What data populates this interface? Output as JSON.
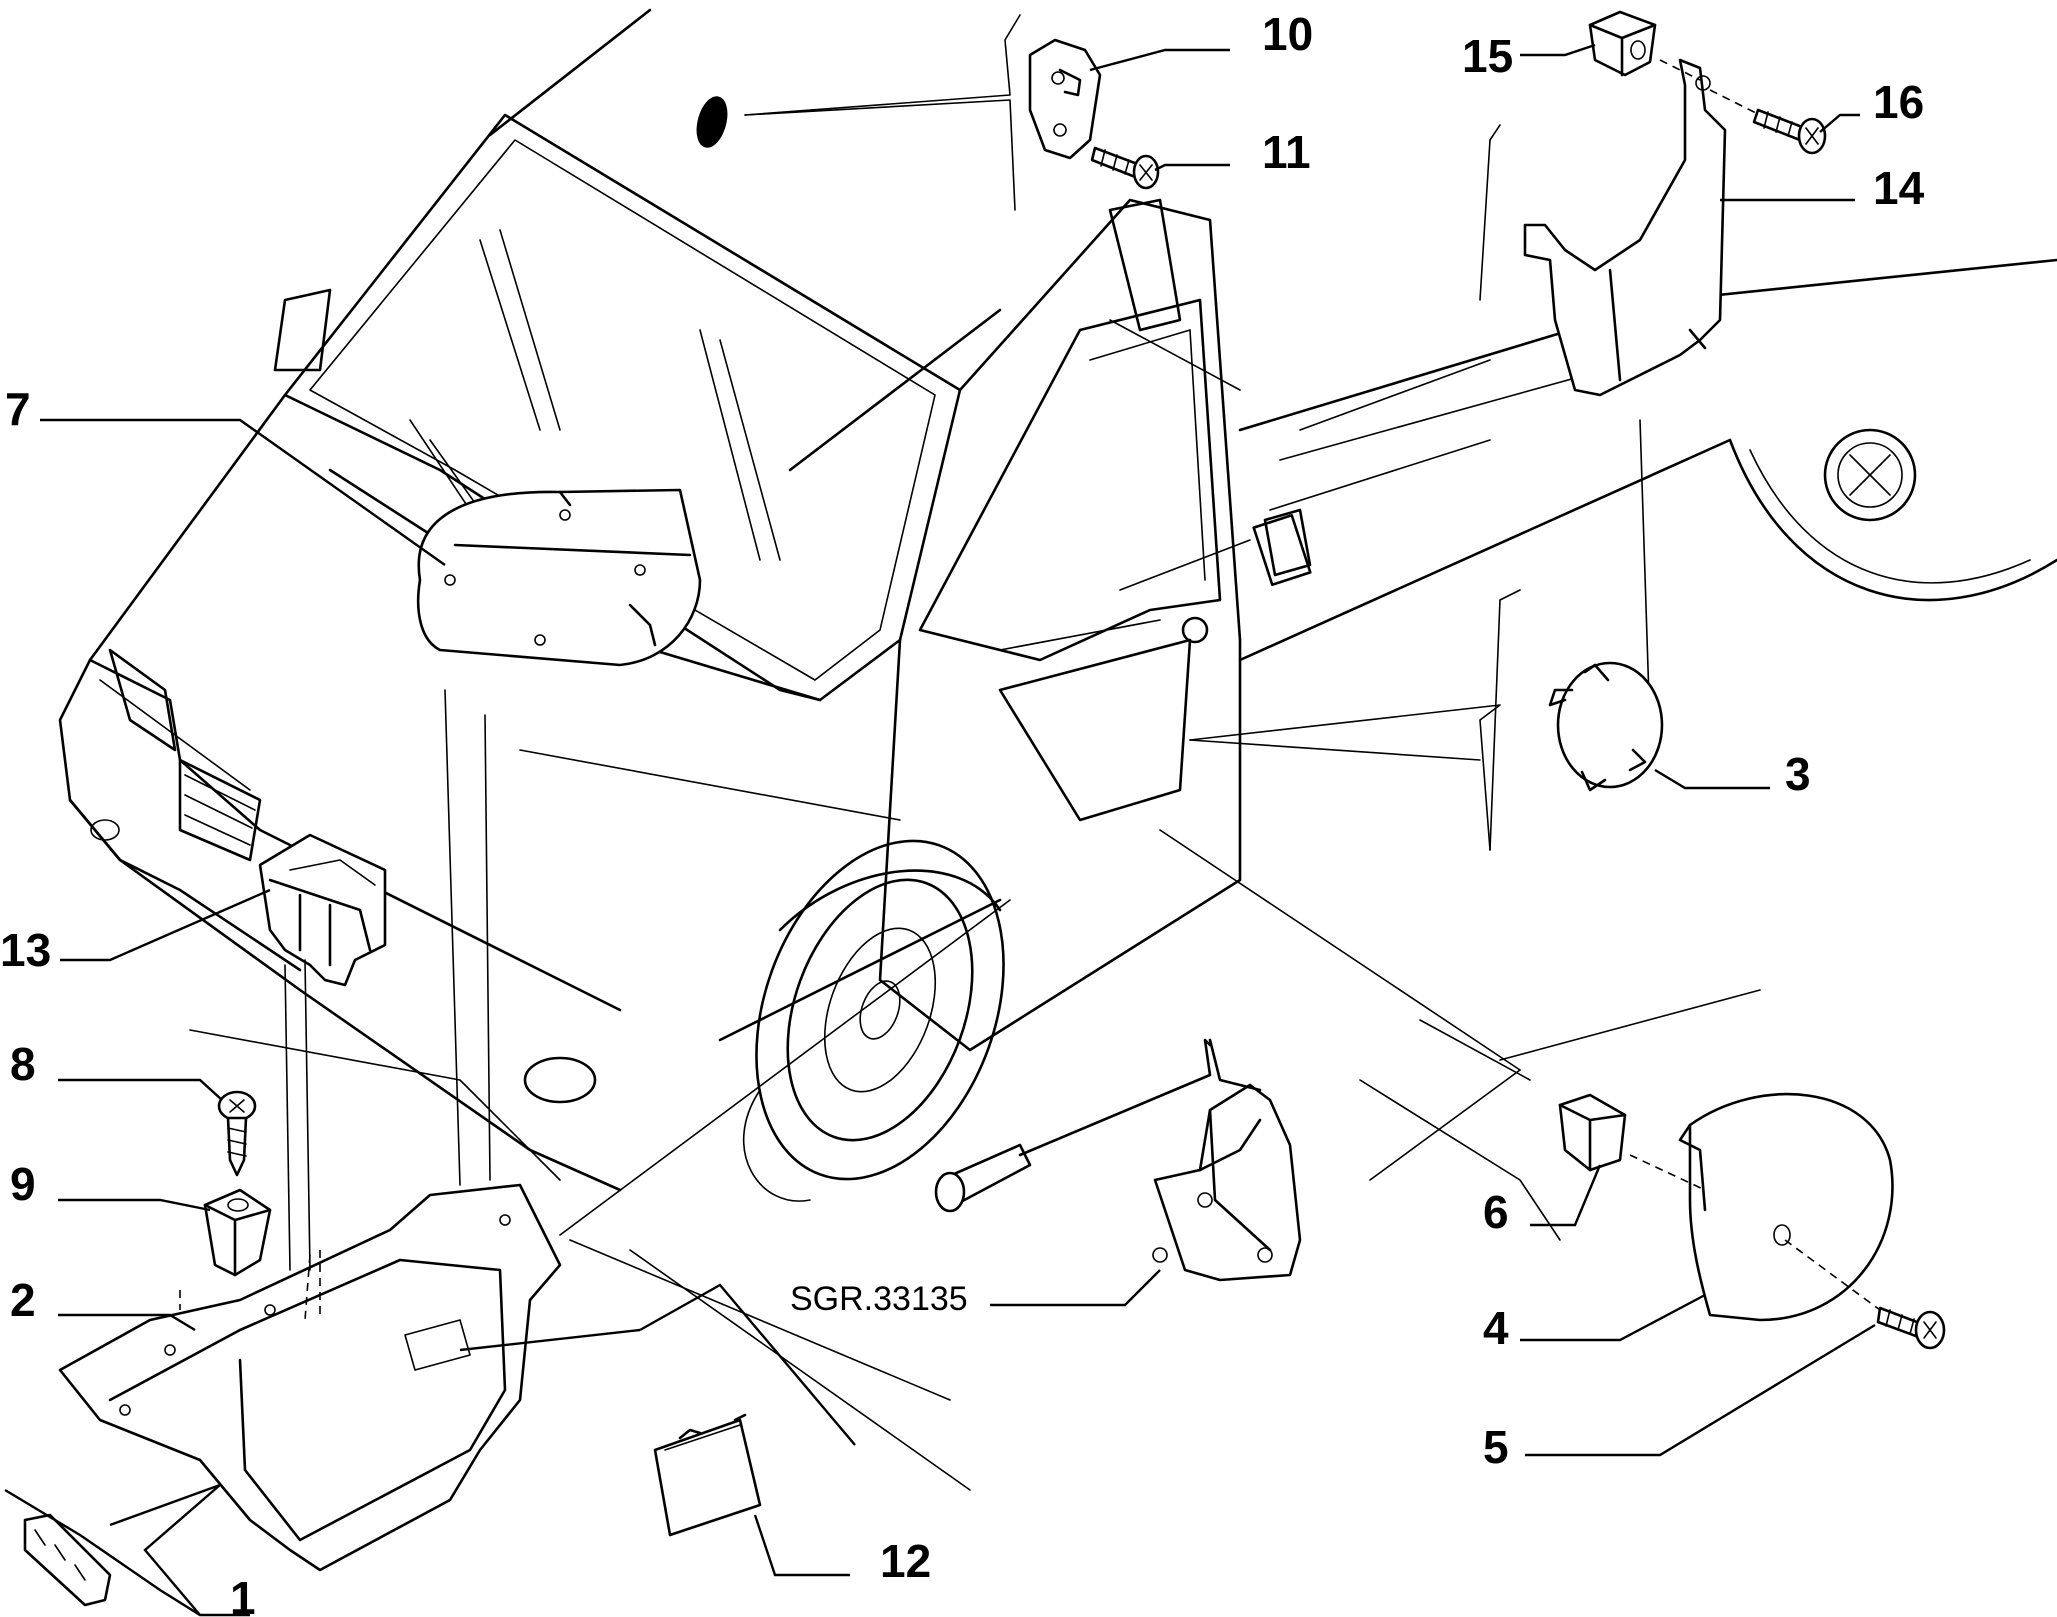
{
  "drawing_code": "SGR.33135",
  "callouts": {
    "c1": "1",
    "c2": "2",
    "c3": "3",
    "c4": "4",
    "c5": "5",
    "c6": "6",
    "c7": "7",
    "c8": "8",
    "c9": "9",
    "c10": "10",
    "c11": "11",
    "c12": "12",
    "c13": "13",
    "c14": "14",
    "c15": "15",
    "c16": "16"
  }
}
